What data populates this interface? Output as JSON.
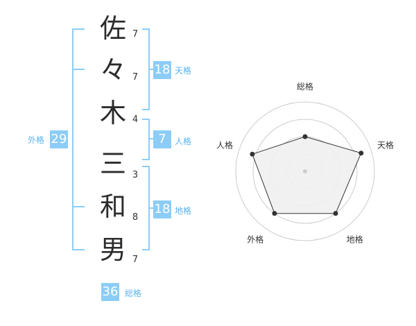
{
  "name": {
    "chars": [
      {
        "char": "佐",
        "strokes": "7"
      },
      {
        "char": "々",
        "strokes": "7"
      },
      {
        "char": "木",
        "strokes": "4"
      },
      {
        "char": "三",
        "strokes": "3"
      },
      {
        "char": "和",
        "strokes": "8"
      },
      {
        "char": "男",
        "strokes": "7"
      }
    ]
  },
  "kaku": {
    "tenkaku": {
      "label": "天格",
      "value": "18"
    },
    "jinkaku": {
      "label": "人格",
      "value": "7"
    },
    "chikaku": {
      "label": "地格",
      "value": "18"
    },
    "gaikaku": {
      "label": "外格",
      "value": "29"
    },
    "soukaku": {
      "label": "総格",
      "value": "36"
    }
  },
  "radar": {
    "axes": [
      "総格",
      "天格",
      "地格",
      "外格",
      "人格"
    ],
    "levels": 4,
    "values": [
      0.5,
      0.85,
      0.75,
      0.75,
      0.8
    ],
    "colors": {
      "fill": "#f0f0f0",
      "stroke": "#333333",
      "grid": "#cccccc",
      "accent": "#8ccdf8"
    }
  }
}
